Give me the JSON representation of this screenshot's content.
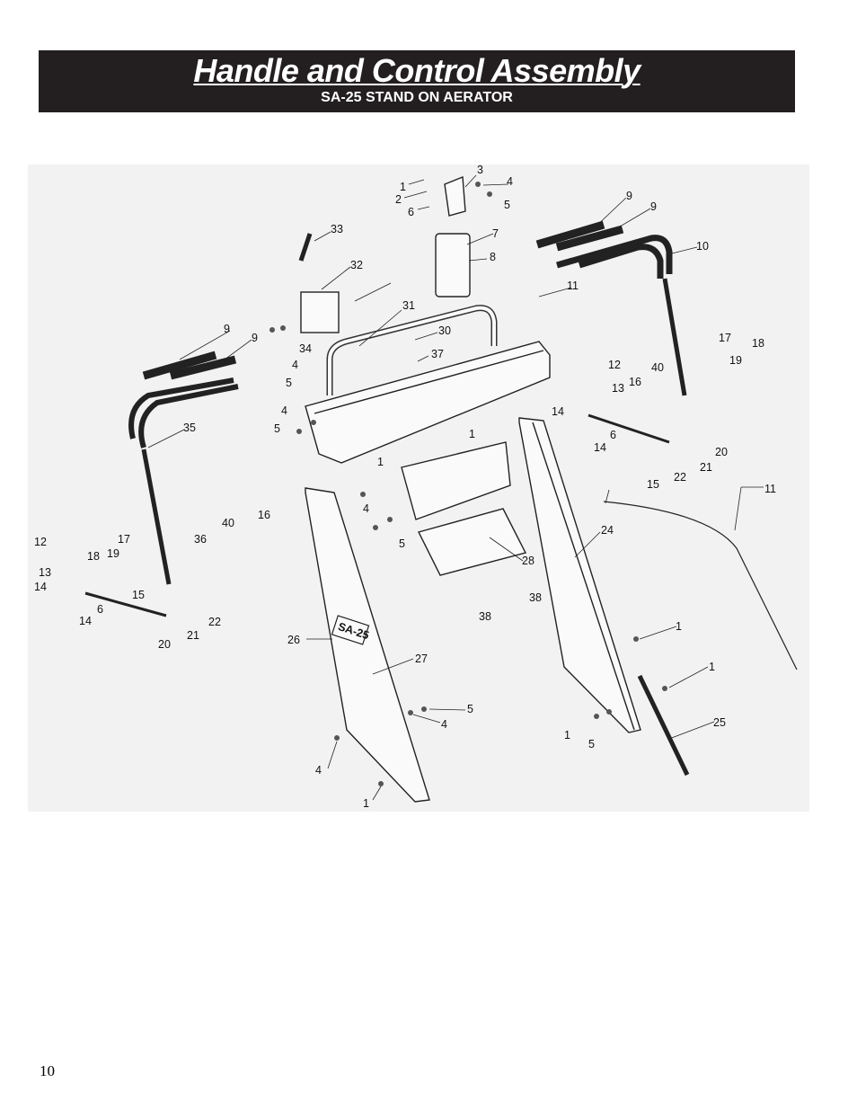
{
  "header": {
    "title": "Handle and Control Assembly",
    "subtitle": "SA-25 STAND ON AERATOR"
  },
  "diagram": {
    "decal_text": "SA-25",
    "callouts": [
      "1",
      "2",
      "3",
      "4",
      "5",
      "6",
      "7",
      "8",
      "9",
      "9",
      "10",
      "11",
      "31",
      "30",
      "32",
      "33",
      "34",
      "4",
      "5",
      "9",
      "9",
      "37",
      "12",
      "13",
      "14",
      "16",
      "40",
      "17",
      "19",
      "18",
      "4",
      "5",
      "1",
      "1",
      "35",
      "6",
      "14",
      "20",
      "21",
      "22",
      "15",
      "11",
      "12",
      "17",
      "18",
      "19",
      "36",
      "40",
      "16",
      "13",
      "14",
      "6",
      "14",
      "15",
      "20",
      "21",
      "22",
      "4",
      "5",
      "24",
      "28",
      "38",
      "38",
      "26",
      "27",
      "5",
      "4",
      "1",
      "1",
      "25",
      "1",
      "5",
      "4",
      "1",
      "1"
    ]
  },
  "footer": {
    "page_number": "10"
  }
}
